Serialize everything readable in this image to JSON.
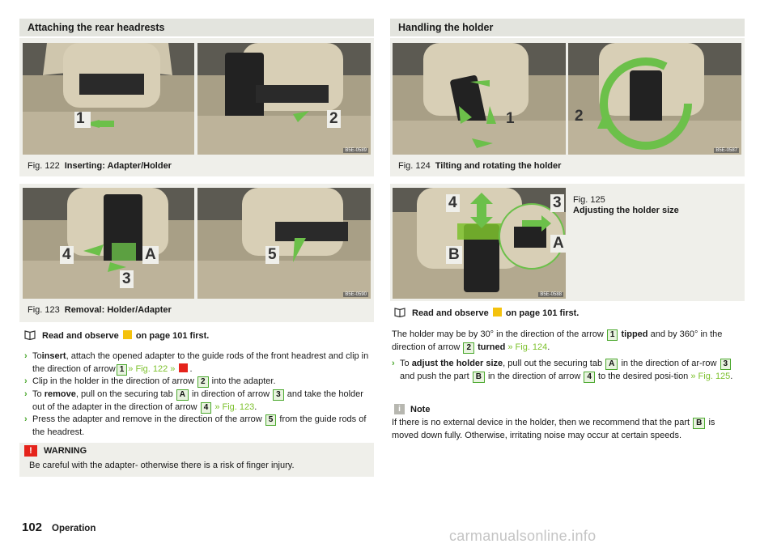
{
  "left_section": {
    "title": "Attaching the rear headrests"
  },
  "right_section": {
    "title": "Handling the holder"
  },
  "fig122": {
    "label": "Fig. 122",
    "title": "Inserting: Adapter/Holder",
    "code": "B5E-0589",
    "markers": [
      "1",
      "2"
    ]
  },
  "fig123": {
    "label": "Fig. 123",
    "title": "Removal: Holder/Adapter",
    "code": "B5E-0590",
    "markers": [
      "4",
      "A",
      "3",
      "5"
    ]
  },
  "fig124": {
    "label": "Fig. 124",
    "title": "Tilting and rotating the holder",
    "code": "B5E-0587",
    "markers": [
      "1",
      "2"
    ]
  },
  "fig125": {
    "label": "Fig. 125",
    "title": "Adjusting the holder size",
    "code": "B5E-0588",
    "markers": [
      "4",
      "3",
      "A",
      "B"
    ]
  },
  "left_text": {
    "read_observe": {
      "pre": "Read and observe",
      "post": "on page 101 first."
    },
    "bullet1": {
      "a": "To",
      "b": "insert",
      "c": ", attach the opened adapter to the guide rods of the front headrest and clip in the direction of arrow",
      "tag": "1",
      "link": "» Fig. 122",
      "d": "»",
      "e": "."
    },
    "bullet2": {
      "a": "Clip in the holder in the direction of arrow",
      "tag": "2",
      "b": "into the adapter."
    },
    "bullet3": {
      "a": "To",
      "b": "remove",
      "c": ", pull on the securing tab",
      "tag1": "A",
      "d": "in direction of arrow",
      "tag2": "3",
      "e": "and take the holder out of the adapter in the direction of arrow",
      "tag3": "4",
      "link": "» Fig. 123",
      "f": "."
    },
    "bullet4": {
      "a": "Press the adapter and remove in the direction of the arrow",
      "tag": "5",
      "b": "from the guide rods of the headrest."
    },
    "warning": {
      "title": "WARNING",
      "text": "Be careful with the adapter- otherwise there is a risk of finger injury."
    }
  },
  "right_text": {
    "read_observe": {
      "pre": "Read and observe",
      "post": "on page 101 first."
    },
    "para1": {
      "a": "The holder may be by 30° in the direction of the arrow",
      "tag1": "1",
      "b": "tipped",
      "c": "and by 360° in the direction of arrow",
      "tag2": "2",
      "d": "turned",
      "link": "» Fig. 124",
      "e": "."
    },
    "bullet1": {
      "a": "To",
      "b": "adjust the holder size",
      "c": ", pull out the securing tab",
      "tag1": "A",
      "d": "in the direction of ar-row",
      "tag2": "3",
      "e": "and push the part",
      "tag3": "B",
      "f": "in the direction of arrow",
      "tag4": "4",
      "g": "to the desired posi-tion",
      "link": "» Fig. 125",
      "h": "."
    },
    "note": {
      "title": "Note",
      "a": "If there is no external device in the holder, then we recommend that the part",
      "tag": "B",
      "b": "is moved down fully. Otherwise, irritating noise may occur at certain speeds."
    }
  },
  "footer": {
    "page": "102",
    "section": "Operation"
  },
  "watermark": "carmanualsonline.info",
  "colors": {
    "accent": "#4ba82e",
    "link": "#7dc12d",
    "warning_red": "#e5231b",
    "warning_yellow": "#f4c20d",
    "box_bg": "#efefea",
    "header_bg": "#e3e4de",
    "arrow_green": "#6cc04a"
  }
}
